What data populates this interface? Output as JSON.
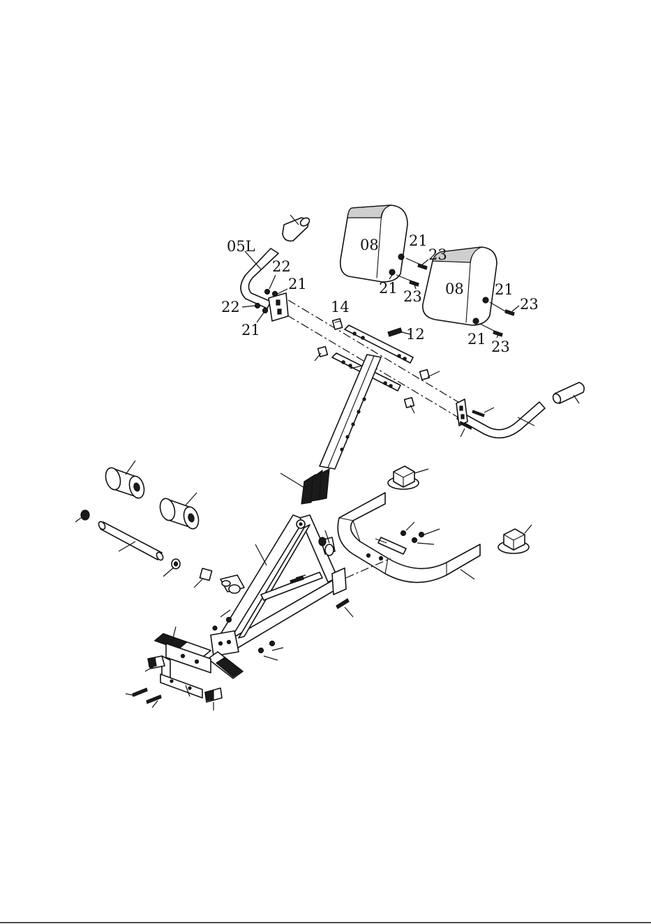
{
  "callouts": {
    "c_05L": "05L",
    "c_08a": "08",
    "c_08b": "08",
    "c_12": "12",
    "c_14": "14",
    "c_21a": "21",
    "c_21b": "21",
    "c_21c": "21",
    "c_21d": "21",
    "c_21e": "21",
    "c_21f": "21",
    "c_22a": "22",
    "c_22b": "22",
    "c_23a": "23",
    "c_23b": "23",
    "c_23c": "23",
    "c_23d": "23"
  }
}
